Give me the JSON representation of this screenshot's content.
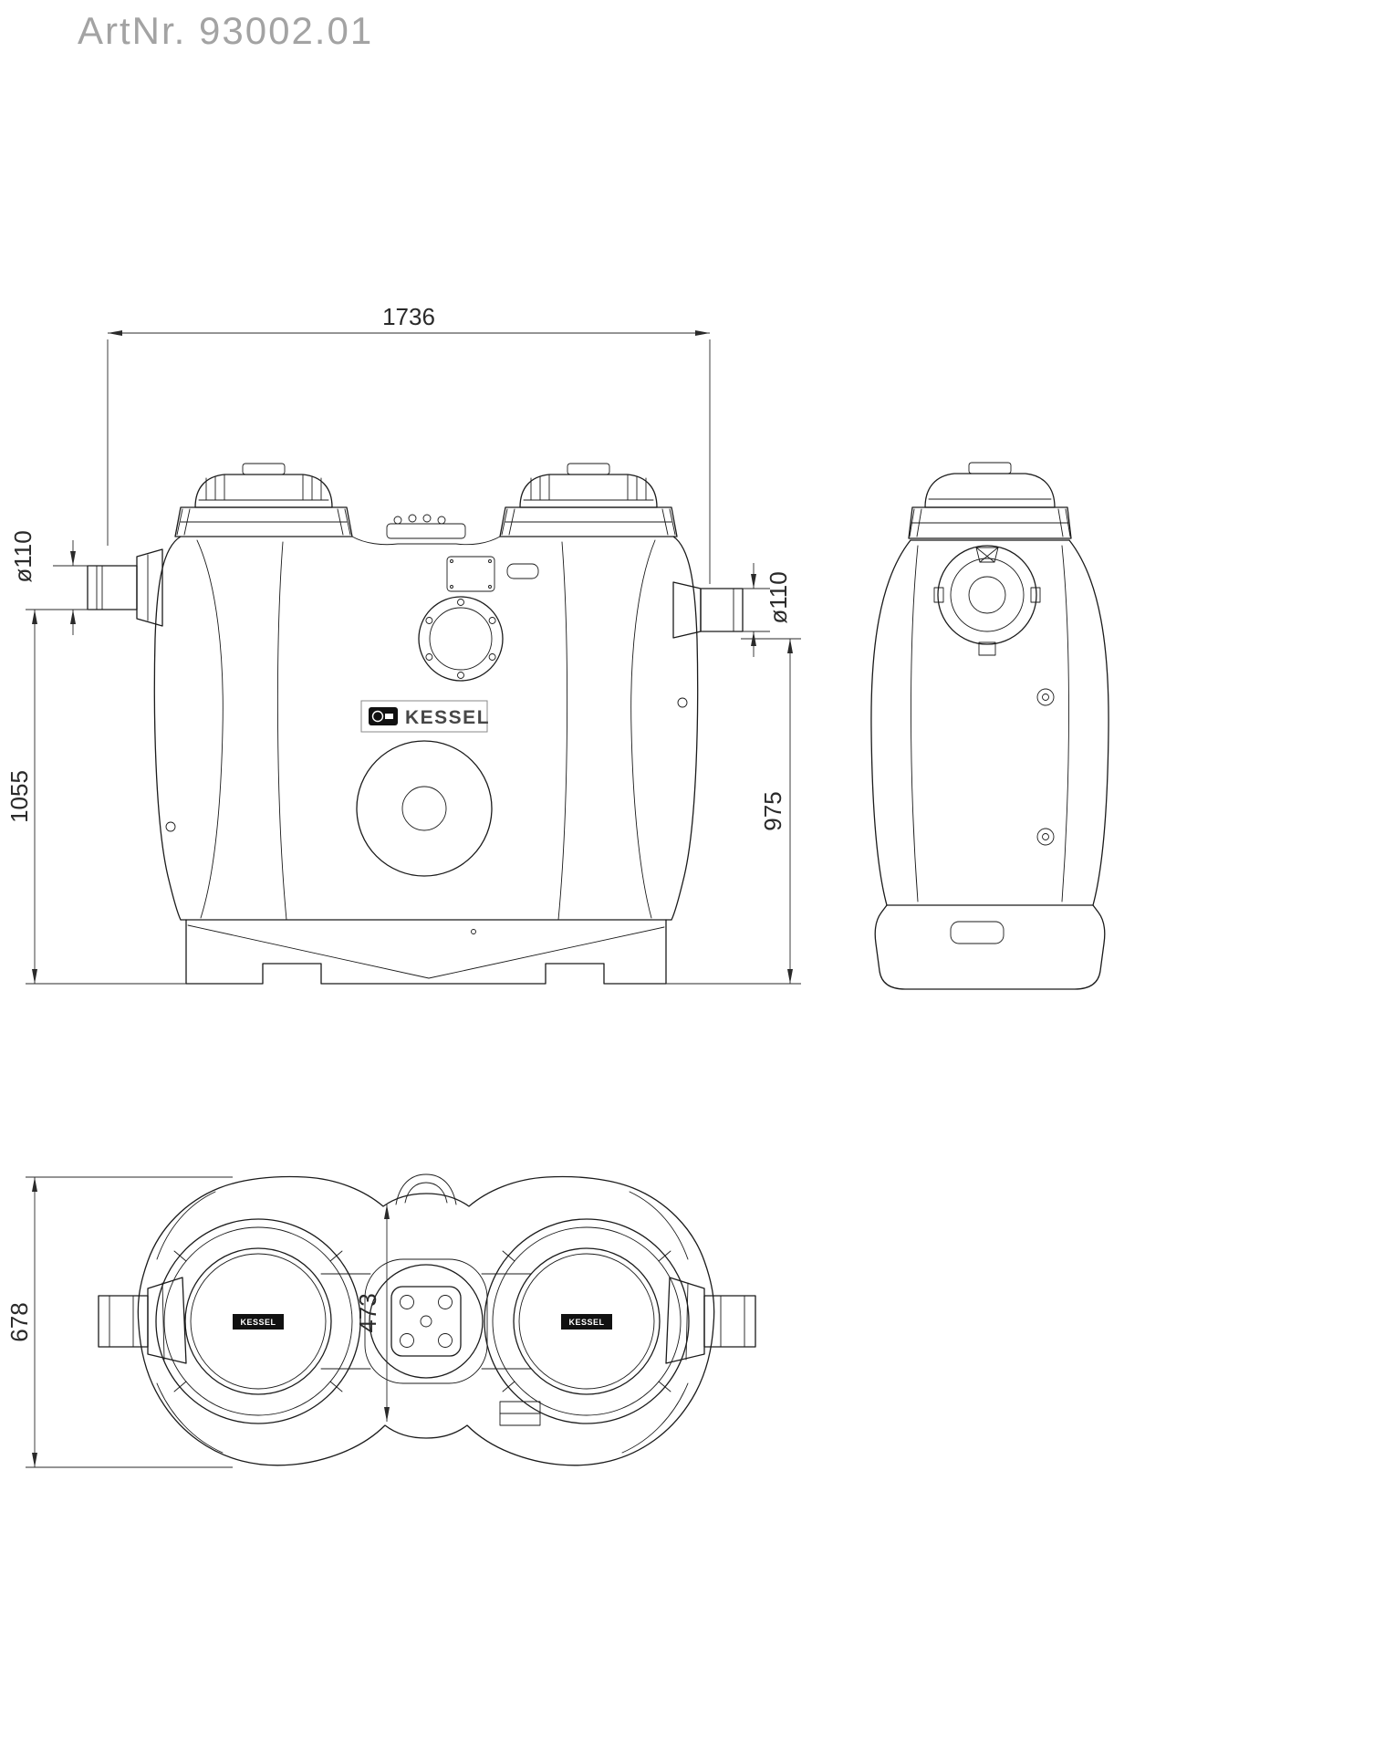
{
  "header": {
    "art_text": "ArtNr.  93002.01"
  },
  "brand": {
    "name": "KESSEL"
  },
  "dims": {
    "front_width": "1736",
    "front_height_left": "1055",
    "front_height_right": "975",
    "pipe_left": "ø110",
    "pipe_right": "ø110",
    "top_depth": "678",
    "top_center_width": "473"
  },
  "colors": {
    "line": "#1b1b1b",
    "dimension_text": "#2a2a2a",
    "title_gray": "#a3a3a3",
    "background": "#ffffff"
  }
}
